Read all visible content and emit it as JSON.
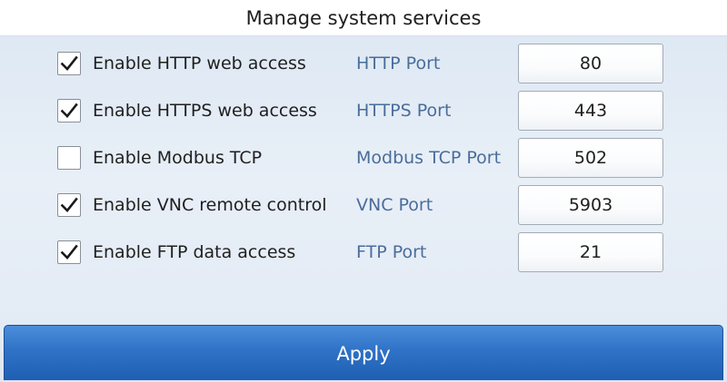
{
  "window": {
    "title": "Manage system services"
  },
  "services": [
    {
      "label": "Enable HTTP web access",
      "checked": true,
      "port_label": "HTTP Port",
      "port_value": "80"
    },
    {
      "label": "Enable HTTPS web access",
      "checked": true,
      "port_label": "HTTPS Port",
      "port_value": "443"
    },
    {
      "label": "Enable Modbus TCP",
      "checked": false,
      "port_label": "Modbus TCP Port",
      "port_value": "502"
    },
    {
      "label": "Enable VNC remote control",
      "checked": true,
      "port_label": "VNC Port",
      "port_value": "5903"
    },
    {
      "label": "Enable FTP data access",
      "checked": true,
      "port_label": "FTP Port",
      "port_value": "21"
    }
  ],
  "actions": {
    "apply_label": "Apply"
  },
  "colors": {
    "accent": "#2f72c6",
    "port_label": "#4a6d9a",
    "checkmark": "#1a1a1a"
  },
  "icons": {
    "checked": "checkmark-icon"
  }
}
